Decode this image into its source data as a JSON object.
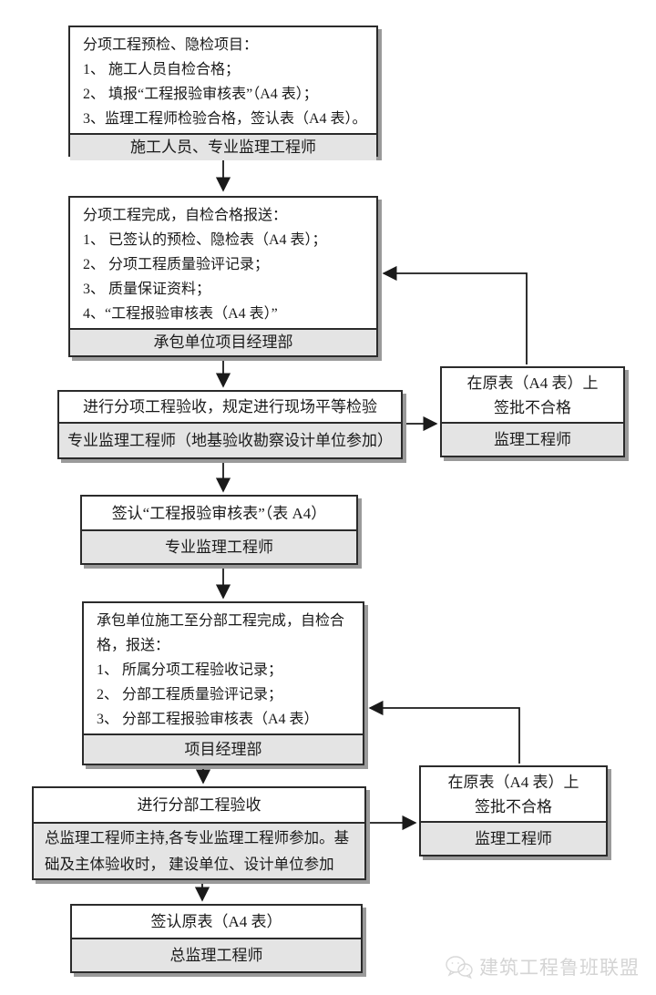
{
  "boxes": {
    "box1": {
      "lines": [
        "分项工程预检、隐检项目：",
        "1、 施工人员自检合格；",
        "2、 填报“工程报验审核表”（A4 表）；",
        "3、监理工程师检验合格，签认表（A4 表）。"
      ],
      "footer": "施工人员、专业监理工程师"
    },
    "box2": {
      "lines": [
        "分项工程完成，自检合格报送：",
        "1、 已签认的预检、隐检表（A4 表）；",
        "2、 分项工程质量验评记录；",
        "3、 质量保证资料；",
        "4、“工程报验审核表（A4 表）”"
      ],
      "footer": "承包单位项目经理部"
    },
    "box3": {
      "title": "进行分项工程验收，规定进行现场平等检验",
      "footer": "专业监理工程师（地基验收勘察设计单位参加）"
    },
    "reject1": {
      "lines": [
        "在原表（A4 表）上",
        "签批不合格"
      ],
      "footer": "监理工程师"
    },
    "box4": {
      "title": "签认“工程报验审核表”（表 A4）",
      "footer": "专业监理工程师"
    },
    "box5": {
      "lines": [
        "承包单位施工至分部工程完成，自检合",
        "格，报送：",
        "1、 所属分项工程验收记录；",
        "2、 分部工程质量验评记录；",
        "3、 分部工程报验审核表（A4 表）"
      ],
      "footer": "项目经理部"
    },
    "box6": {
      "title": "进行分部工程验收",
      "footer_lines": [
        "总监理工程师主持,各专业监理工程师参加。基",
        "础及主体验收时， 建设单位、设计单位参加"
      ]
    },
    "reject2": {
      "lines": [
        "在原表（A4 表）上",
        "签批不合格"
      ],
      "footer": "监理工程师"
    },
    "box7": {
      "title": "签认原表（A4 表）",
      "footer": "总监理工程师"
    }
  },
  "watermark": {
    "text": "建筑工程鲁班联盟",
    "icon": "wechat-icon"
  },
  "colors": {
    "line": "#1a1a1a",
    "border": "#2b2b2b",
    "footer_fill": "#e4e4e4",
    "shadow": "#9a9a9a",
    "watermark": "#d4d4d4",
    "background": "#ffffff"
  }
}
